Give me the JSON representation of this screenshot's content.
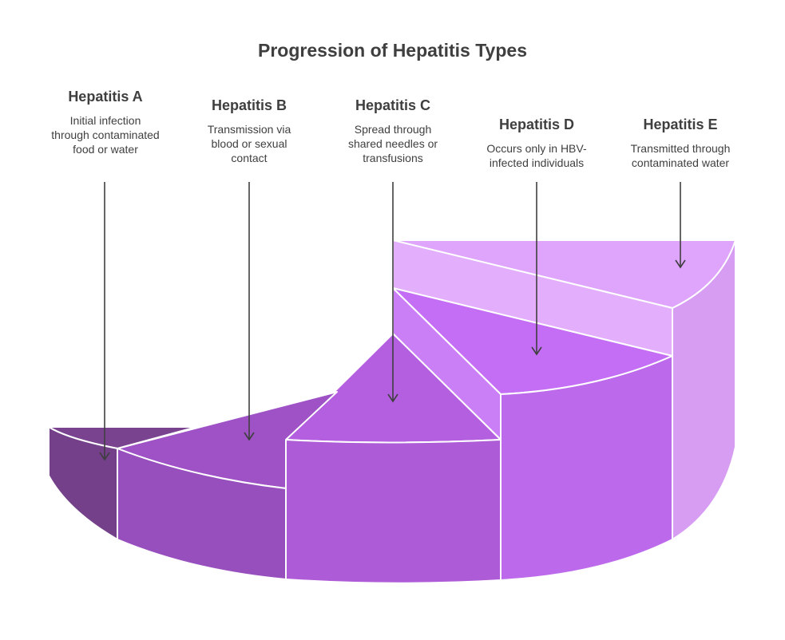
{
  "title": "Progression of Hepatitis Types",
  "types": [
    {
      "name": "Hepatitis A",
      "description": "Initial infection through contaminated food or water",
      "color": "#7a4390"
    },
    {
      "name": "Hepatitis B",
      "description": "Transmission via blood or sexual contact",
      "color": "#9e52c6"
    },
    {
      "name": "Hepatitis C",
      "description": "Spread through shared needles or transfusions",
      "color": "#b45fe0"
    },
    {
      "name": "Hepatitis D",
      "description": "Occurs only in HBV-infected individuals",
      "color": "#c46ef5"
    },
    {
      "name": "Hepatitis E",
      "description": "Transmitted through contaminated water",
      "color": "#dfa4fc"
    }
  ]
}
